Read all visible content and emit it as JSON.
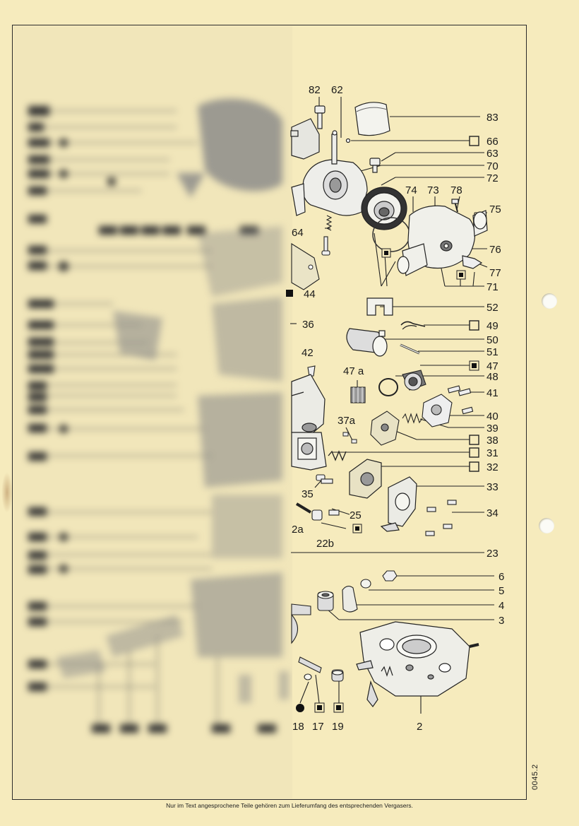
{
  "diagram": {
    "part_numbers_right": [
      "83",
      "66",
      "63",
      "70",
      "72",
      "75",
      "76",
      "77",
      "71",
      "52",
      "49",
      "50",
      "51",
      "47",
      "48",
      "41",
      "40",
      "39",
      "38",
      "31",
      "32",
      "33",
      "34",
      "23",
      "6",
      "5",
      "4",
      "3"
    ],
    "part_numbers_top": [
      "82",
      "62",
      "74",
      "73",
      "78"
    ],
    "part_numbers_inner": [
      "64",
      "44",
      "36",
      "42",
      "47 a",
      "37a",
      "35",
      "25",
      "2a",
      "22b"
    ],
    "part_numbers_bottom": [
      "18",
      "17",
      "19",
      "2"
    ],
    "boxed_parts": [
      "66",
      "49",
      "38",
      "31",
      "32"
    ],
    "filled_box_parts": [
      "47",
      "17",
      "19",
      "22b"
    ],
    "colors": {
      "paper": "#f6ebbd",
      "ink": "#1a1a1a"
    }
  },
  "footer": {
    "note": "Nur im Text angesprochene Teile gehören zum Lieferumfang des entsprechenden Vergasers."
  },
  "document_number": "0045.2"
}
